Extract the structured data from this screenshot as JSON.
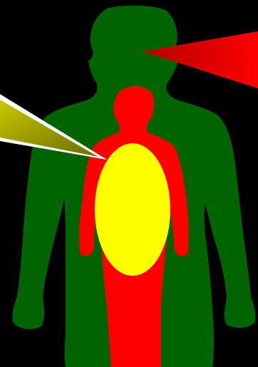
{
  "colors": {
    "background": "#000000",
    "outer_figure": "#006400",
    "middle_figure": "#ff0000",
    "inner_ellipse": "#ffff00",
    "red_pointer_dark": "#b30000",
    "red_pointer_light": "#ff0000",
    "yellow_pointer_dark": "#6b6b00",
    "yellow_pointer_light": "#c8c800",
    "pointer_outline": "#ffffff"
  },
  "shapes": {
    "outer_figure": "adult-human-silhouette",
    "middle_figure": "child-human-silhouette",
    "inner_ellipse": "ellipse",
    "pointer_red": "wedge-pointer",
    "pointer_yellow": "wedge-pointer"
  }
}
